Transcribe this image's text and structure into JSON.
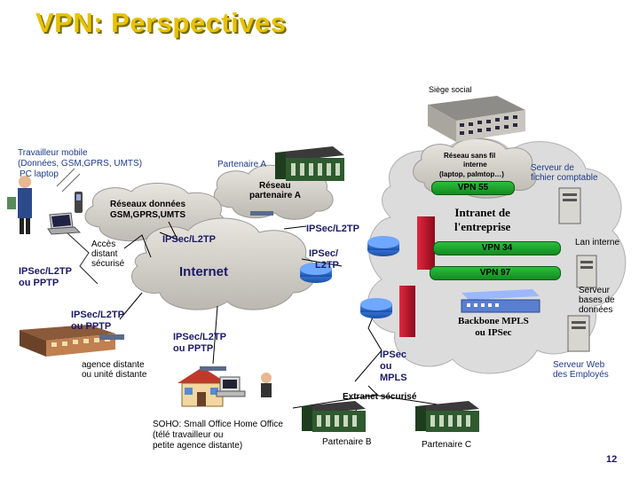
{
  "title": "VPN: Perspectives",
  "labels": {
    "siege_social": "Siège social",
    "travailleur_mobile": [
      "Travailleur mobile",
      "(Données, GSM,GPRS, UMTS)",
      "PC laptop"
    ],
    "partenaire_a": "Partenaire A",
    "reseau_partenaire_a": [
      "Réseau",
      "partenaire A"
    ],
    "reseaux_donnees": [
      "Réseaux données",
      "GSM,GPRS,UMTS"
    ],
    "reseau_sans_fil": [
      "Réseau sans fil",
      "interne",
      "(laptop, palmtop…)"
    ],
    "serveur_fichier": [
      "Serveur de",
      "fichier comptable"
    ],
    "acces_distant": [
      "Accès",
      "distant",
      "sécurisé"
    ],
    "ipsec_l2tp_pptp_left": [
      "IPSec/L2TP",
      "ou PPTP"
    ],
    "ipsec_l2tp_top": "IPSec/L2TP",
    "ipsec_l2tp_right": "IPSec/L2TP",
    "internet": "Internet",
    "ipsec_l2tp_router": [
      "IPSec/",
      "L2TP"
    ],
    "intranet": [
      "Intranet de",
      "l'entreprise"
    ],
    "lan_interne": "Lan interne",
    "vpn_55": "VPN 55",
    "vpn_34": "VPN 34",
    "vpn_97": "VPN 97",
    "serveur_bases": [
      "Serveur",
      "bases de",
      "données"
    ],
    "ipsec_pptp_bottom_left": [
      "IPSec/L2TP",
      "ou PPTP"
    ],
    "ipsec_pptp_center": [
      "IPSec/L2TP",
      "ou PPTP"
    ],
    "backbone": [
      "Backbone MPLS",
      "ou IPSec"
    ],
    "agence_distante": [
      "agence distante",
      "ou unité distante"
    ],
    "ipsec_mpls": [
      "IPSec",
      "ou",
      "MPLS"
    ],
    "serveur_web": [
      "Serveur Web",
      "des Employés"
    ],
    "extranet": "Extranet sécurisé",
    "soho": [
      "SOHO: Small Office Home Office",
      "(télé travailleur ou",
      "petite agence distante)"
    ],
    "partenaire_b": "Partenaire B",
    "partenaire_c": "Partenaire C",
    "page_number": "12"
  },
  "colors": {
    "title": "#e6c200",
    "cloud": "#d4d0c8",
    "intranet_cloud": "#dcdcdc",
    "vpn_bar": "#22a830",
    "red_firewall": "#c8102e",
    "router": "#2a6fd6",
    "link_lines": "#000000"
  }
}
